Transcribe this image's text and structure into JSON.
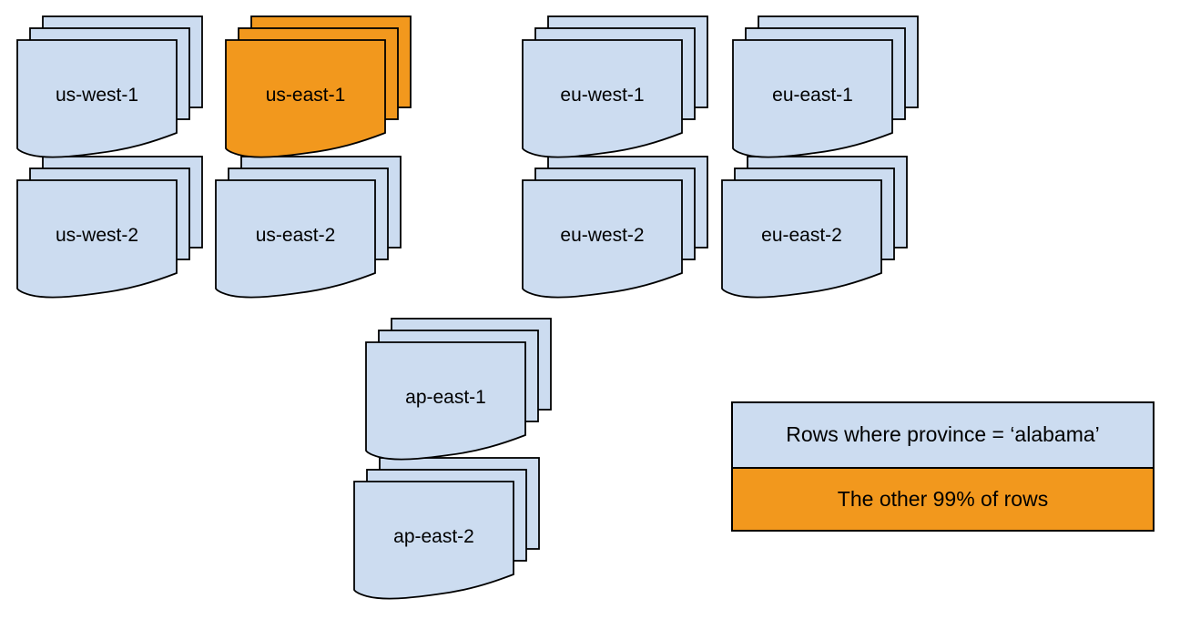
{
  "canvas": {
    "background": "#ffffff"
  },
  "colors": {
    "region_fill": "#ccdcf0",
    "highlight_fill": "#f2981d",
    "stroke": "#000000",
    "text": "#000000",
    "background": "#ffffff"
  },
  "stacks": [
    {
      "label": "us-west-1",
      "highlighted": false
    },
    {
      "label": "us-east-1",
      "highlighted": true
    },
    {
      "label": "eu-west-1",
      "highlighted": false
    },
    {
      "label": "eu-east-1",
      "highlighted": false
    },
    {
      "label": "us-west-2",
      "highlighted": false
    },
    {
      "label": "us-east-2",
      "highlighted": false
    },
    {
      "label": "eu-west-2",
      "highlighted": false
    },
    {
      "label": "eu-east-2",
      "highlighted": false
    },
    {
      "label": "ap-east-1",
      "highlighted": false
    },
    {
      "label": "ap-east-2",
      "highlighted": false
    }
  ],
  "legend": {
    "items": [
      {
        "label": "Rows where province = ‘alabama’",
        "swatch": "region_fill"
      },
      {
        "label": "The other 99% of rows",
        "swatch": "highlight_fill"
      }
    ]
  }
}
